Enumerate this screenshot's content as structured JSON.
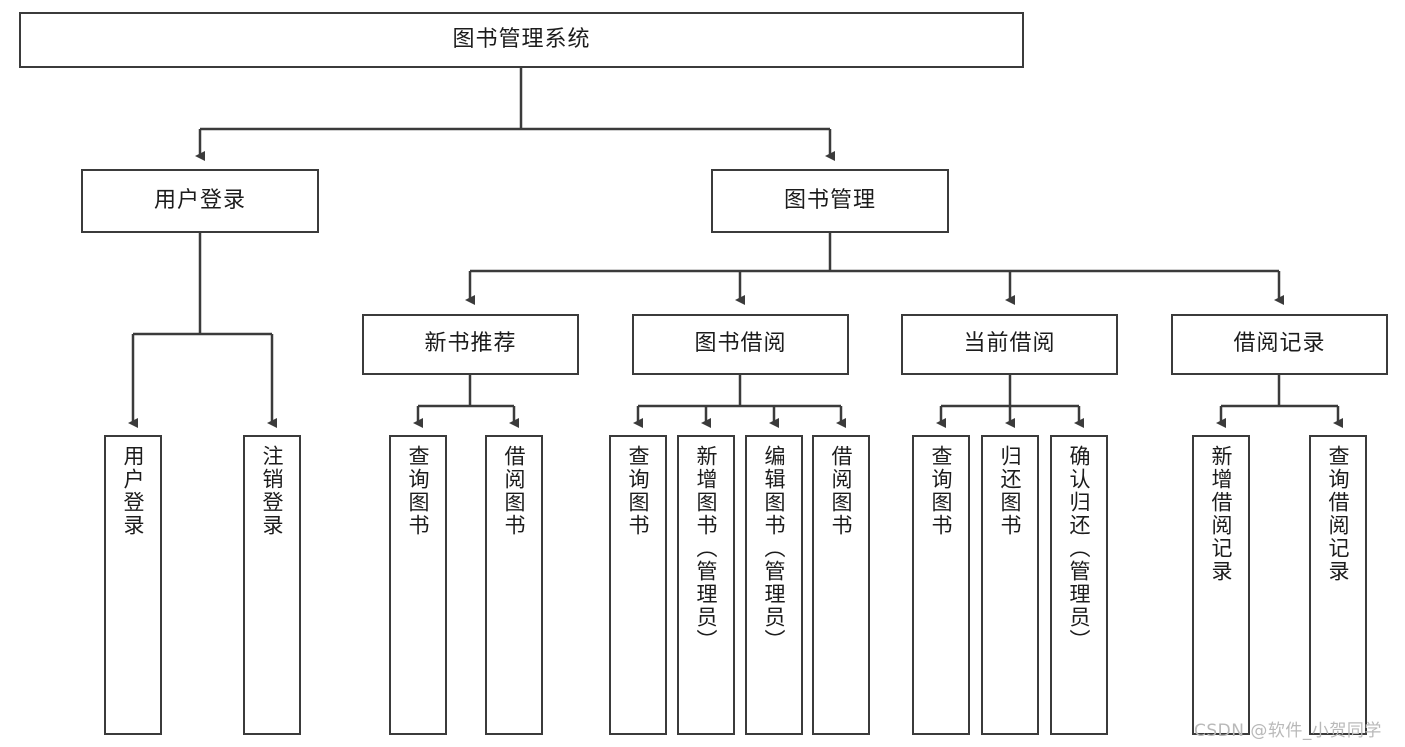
{
  "diagram": {
    "type": "tree",
    "title": "图书管理系统",
    "watermark": "CSDN @软件_小贺同学",
    "style": {
      "background": "#ffffff",
      "box_border": "#3b3b3b",
      "box_fill": "#ffffff",
      "connector": "#3b3b3b",
      "text": "#1c1c1c",
      "watermark_color": "#b9b9b9"
    },
    "root": {
      "label": "图书管理系统"
    },
    "level2": [
      {
        "label": "用户登录"
      },
      {
        "label": "图书管理"
      }
    ],
    "level3": [
      {
        "label": "新书推荐"
      },
      {
        "label": "图书借阅"
      },
      {
        "label": "当前借阅"
      },
      {
        "label": "借阅记录"
      }
    ],
    "leaves": {
      "user_login": [
        {
          "label": "用户登录"
        },
        {
          "label": "注销登录"
        }
      ],
      "new_book_recommend": [
        {
          "label": "查询图书"
        },
        {
          "label": "借阅图书"
        }
      ],
      "book_borrow": [
        {
          "label": "查询图书"
        },
        {
          "label": "新增图书（管理员）"
        },
        {
          "label": "编辑图书（管理员）"
        },
        {
          "label": "借阅图书"
        }
      ],
      "current_borrow": [
        {
          "label": "查询图书"
        },
        {
          "label": "归还图书"
        },
        {
          "label": "确认归还（管理员）"
        }
      ],
      "borrow_record": [
        {
          "label": "新增借阅记录"
        },
        {
          "label": "查询借阅记录"
        }
      ]
    }
  }
}
